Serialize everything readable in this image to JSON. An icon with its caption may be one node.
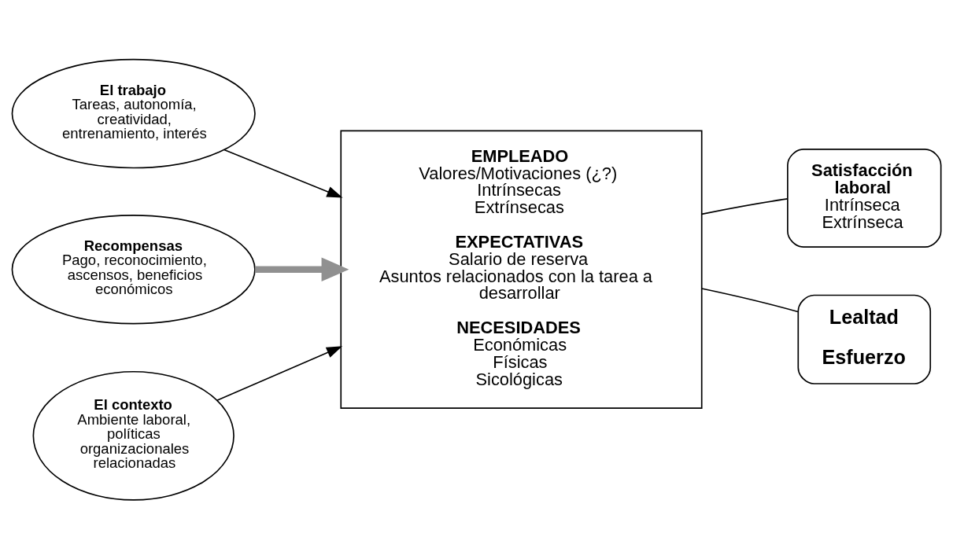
{
  "diagram": {
    "nodes": [
      {
        "text": [
          "El trabajo",
          "Tareas, autonomía, creatividad, entrenamiento, interés"
        ]
      },
      {
        "text": [
          "Recompensas",
          "Pago, reconocimiento, ascensos, beneficios económicos"
        ]
      },
      {
        "text": [
          "El contexto",
          "Ambiente laboral, políticas organizacionales relacionadas"
        ]
      },
      {
        "text": [
          "EMPLEADO",
          "Valores/Motivaciones (¿?)",
          "Intrínsecas",
          "Extrínsecas",
          "EXPECTATIVAS",
          "Salario de reserva",
          "Asuntos relacionados con la tarea a desarrollar",
          "NECESIDADES",
          "Económicas",
          "Físicas",
          "Sicológicas"
        ]
      },
      {
        "text": [
          "Satisfacción laboral",
          "Intrínseca",
          "Extrínseca"
        ]
      },
      {
        "text": [
          "Lealtad",
          "Esfuerzo"
        ]
      }
    ],
    "edges": [
      {
        "from": 0,
        "to": 3,
        "arrow": "to"
      },
      {
        "from": 1,
        "to": 3,
        "arrow": "to",
        "style": "thick",
        "color": "#909090"
      },
      {
        "from": 2,
        "to": 3,
        "arrow": "to"
      },
      {
        "from": 4,
        "to": 3,
        "arrow": "none"
      },
      {
        "from": 5,
        "to": 3,
        "arrow": "none"
      }
    ]
  }
}
